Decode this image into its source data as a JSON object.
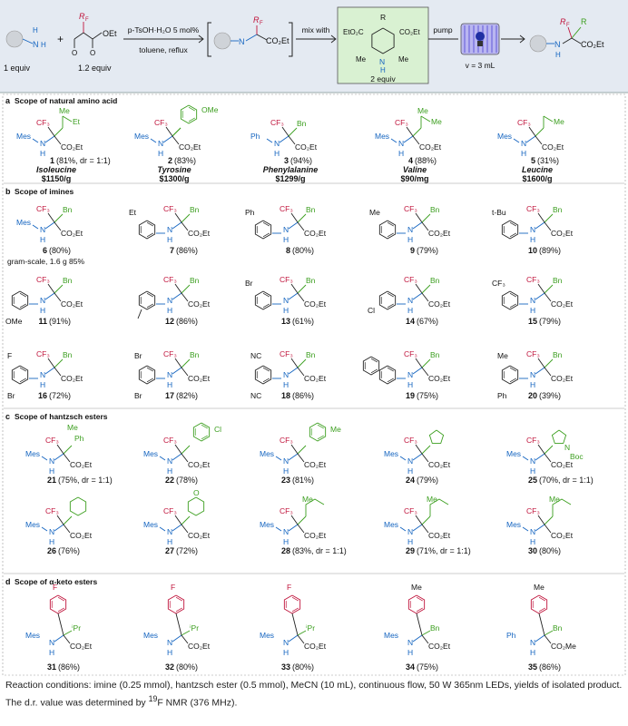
{
  "header": {
    "amine": {
      "label": "1 equiv"
    },
    "keto": {
      "label": "1.2 equiv",
      "rf": "R",
      "rf_sub": "F",
      "ester": "OEt"
    },
    "reaction_arrow": {
      "top": "p-TsOH·H₂O 5 mol%",
      "bottom": "toluene, reflux"
    },
    "imine": {
      "rf": "R",
      "rf_sub": "F",
      "ester": "CO₂Et",
      "n": "N"
    },
    "mix_text": "mix with",
    "hantzsch": {
      "r": "R",
      "left": "EtO₂C",
      "right": "CO₂Et",
      "me_l": "Me",
      "me_r": "Me",
      "nh_n": "N",
      "nh_h": "H",
      "equiv": "2 equiv"
    },
    "pump_label": "pump",
    "volume": "v = 3 mL",
    "product": {
      "rf": "R",
      "rf_sub": "F",
      "r": "R",
      "n": "N",
      "h": "H",
      "ester": "CO₂Et"
    }
  },
  "sections": [
    {
      "letter": "a",
      "title": "Scope of natural amino acid"
    },
    {
      "letter": "b",
      "title": "Scope of imines"
    },
    {
      "letter": "c",
      "title": "Scope of hantzsch esters"
    },
    {
      "letter": "d",
      "title": "Scope of α-keto esters"
    }
  ],
  "section_a": [
    {
      "num": "1",
      "yield": "(81%, dr = 1:1)",
      "name": "Isoleucine",
      "price": "$1150/g",
      "n_sub": "Mes",
      "side": "sec-Bu",
      "sub_top": "Me",
      "sub_right": "Et"
    },
    {
      "num": "2",
      "yield": "(83%)",
      "name": "Tyrosine",
      "price": "$1300/g",
      "n_sub": "Mes",
      "side": "OMe"
    },
    {
      "num": "3",
      "yield": "(94%)",
      "name": "Phenylalanine",
      "price": "$1299/g",
      "n_sub": "Ph",
      "side": "Bn"
    },
    {
      "num": "4",
      "yield": "(88%)",
      "name": "Valine",
      "price": "$90/mg",
      "n_sub": "Mes",
      "side": "iPr",
      "sub_top": "Me",
      "sub_right": "Me"
    },
    {
      "num": "5",
      "yield": "(31%)",
      "name": "Leucine",
      "price": "$1600/g",
      "n_sub": "Mes",
      "side": "iBu",
      "sub_top": "",
      "sub_right": "Me"
    }
  ],
  "section_b": [
    {
      "num": "6",
      "yield": "(80%)",
      "n_sub": "Mes",
      "aryl": "",
      "extra": "gram-scale, 1.6 g 85%"
    },
    {
      "num": "7",
      "yield": "(86%)",
      "aryl": "Et"
    },
    {
      "num": "8",
      "yield": "(80%)",
      "aryl": "Ph"
    },
    {
      "num": "9",
      "yield": "(79%)",
      "aryl": "Me"
    },
    {
      "num": "10",
      "yield": "(89%)",
      "aryl": "t-Bu"
    },
    {
      "num": "11",
      "yield": "(91%)",
      "aryl": "OMe"
    },
    {
      "num": "12",
      "yield": "(86%)",
      "aryl": "Me-o"
    },
    {
      "num": "13",
      "yield": "(61%)",
      "aryl": "Br"
    },
    {
      "num": "14",
      "yield": "(67%)",
      "aryl": "Cl"
    },
    {
      "num": "15",
      "yield": "(79%)",
      "aryl": "CF₃"
    },
    {
      "num": "16",
      "yield": "(72%)",
      "aryl": "F / Br"
    },
    {
      "num": "17",
      "yield": "(82%)",
      "aryl": "Br / Br"
    },
    {
      "num": "18",
      "yield": "(86%)",
      "aryl": "NC / NC"
    },
    {
      "num": "19",
      "yield": "(75%)",
      "aryl": "naphthyl"
    },
    {
      "num": "20",
      "yield": "(39%)",
      "aryl": "Me / Ph"
    }
  ],
  "section_c": [
    {
      "num": "21",
      "yield": "(75%, dr = 1:1)",
      "group": "Ph"
    },
    {
      "num": "22",
      "yield": "(78%)",
      "group": "Cl"
    },
    {
      "num": "23",
      "yield": "(81%)",
      "group": "Me"
    },
    {
      "num": "24",
      "yield": "(79%)",
      "group": "cyclopentyl"
    },
    {
      "num": "25",
      "yield": "(70%, dr = 1:1)",
      "group": "Boc"
    },
    {
      "num": "26",
      "yield": "(76%)",
      "group": "cyclohexyl"
    },
    {
      "num": "27",
      "yield": "(72%)",
      "group": "O"
    },
    {
      "num": "28",
      "yield": "(83%, dr = 1:1)",
      "group": "Me"
    },
    {
      "num": "29",
      "yield": "(71%, dr = 1:1)",
      "group": "Me"
    },
    {
      "num": "30",
      "yield": "(80%)",
      "group": "Me"
    }
  ],
  "section_d": [
    {
      "num": "31",
      "yield": "(86%)",
      "sub": "F",
      "r": "iPr",
      "n": "Mes"
    },
    {
      "num": "32",
      "yield": "(80%)",
      "sub": "F",
      "r": "iPr",
      "n": "Mes"
    },
    {
      "num": "33",
      "yield": "(80%)",
      "sub": "F",
      "r": "iPr",
      "n": "Mes"
    },
    {
      "num": "34",
      "yield": "(75%)",
      "sub": "Me",
      "r": "Bn",
      "n": "Mes"
    },
    {
      "num": "35",
      "yield": "(86%)",
      "sub": "Me",
      "r": "Bn",
      "n": "Ph",
      "ester": "CO₂Me"
    }
  ],
  "labels": {
    "cf3": "CF₃",
    "bn": "Bn",
    "co2et": "CO₂Et",
    "co2me": "CO₂Me",
    "n": "N",
    "h": "H",
    "mes": "Mes",
    "ph": "Ph",
    "me": "Me",
    "et": "Et",
    "ipr": "ⁱPr",
    "boc": "Boc",
    "o": "O",
    "cl": "Cl",
    "f": "F",
    "br": "Br",
    "nc": "NC",
    "ome": "OMe",
    "tbu": "t-Bu",
    "cf3b": "CF₃"
  },
  "footer": {
    "text": "Reaction conditions: imine (0.25 mmol), hantzsch ester (0.5 mmol), MeCN (10 mL), continuous flow, 50 W 365nm LEDs, yields of isolated product. The d.r. value was determined by ",
    "sup": "19",
    "tail": "F NMR (376 MHz)."
  },
  "colors": {
    "rf": "#c0143c",
    "r": "#3b9e1e",
    "amine": "#1565c0",
    "header_bg": "#e4eaf2",
    "pump": "#5b54d6"
  }
}
